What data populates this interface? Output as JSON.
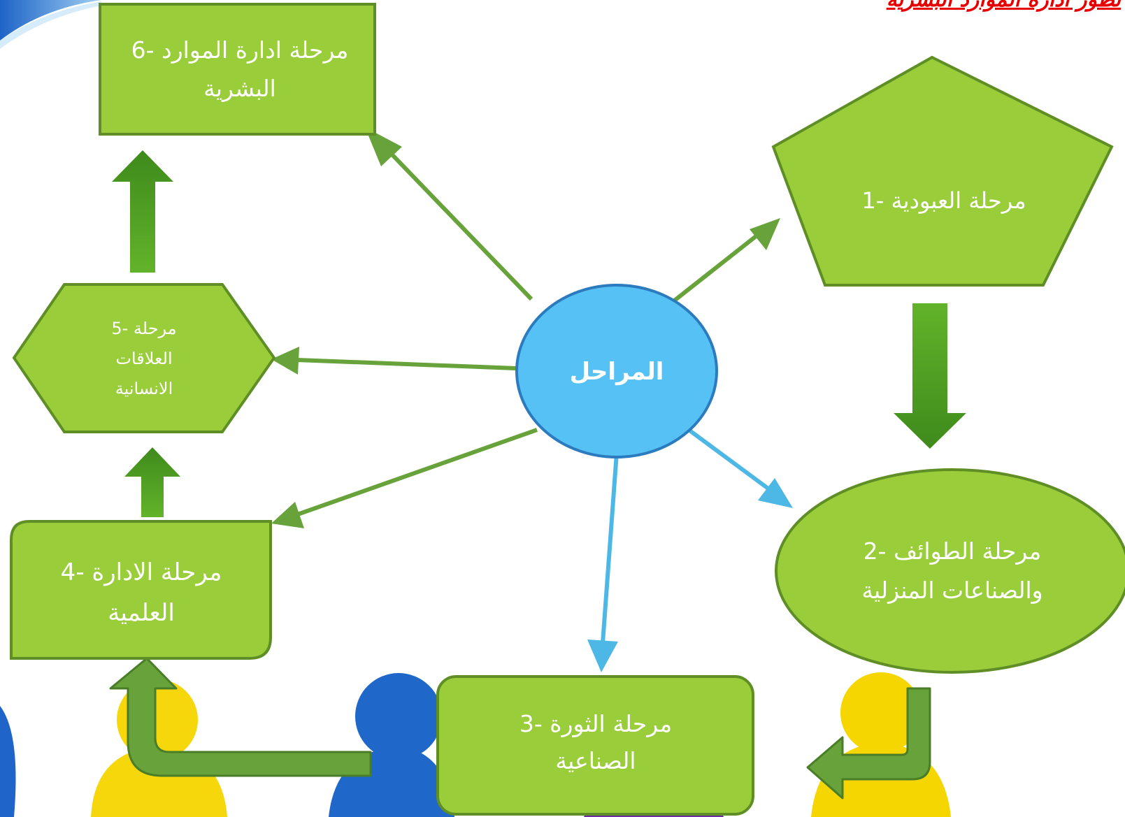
{
  "title": "تطور ادارة الموارد البشرية",
  "center": {
    "label": "المراحل"
  },
  "stages": [
    {
      "lines": [
        "مرحلة العبودية -1"
      ]
    },
    {
      "lines": [
        "مرحلة الطوائف -2",
        "والصناعات المنزلية"
      ]
    },
    {
      "lines": [
        "مرحلة الثورة -3",
        "الصناعية"
      ]
    },
    {
      "lines": [
        "مرحلة الادارة -4",
        "العلمية"
      ]
    },
    {
      "lines": [
        "مرحلة -5",
        "العلاقات",
        "الانسانية"
      ]
    },
    {
      "lines": [
        "مرحلة ادارة الموارد -6",
        "البشرية"
      ]
    }
  ],
  "colors": {
    "node_fill": "#9acd3a",
    "node_stroke": "#5e8e25",
    "center_fill": "#55c1f4",
    "center_stroke": "#2c7bbf",
    "green_arrow": "#67a23b",
    "blue_arrow": "#4db8e5",
    "block_arrow_dark": "#3f8a1c",
    "block_arrow_light": "#62b32a",
    "title": "#e60000"
  }
}
